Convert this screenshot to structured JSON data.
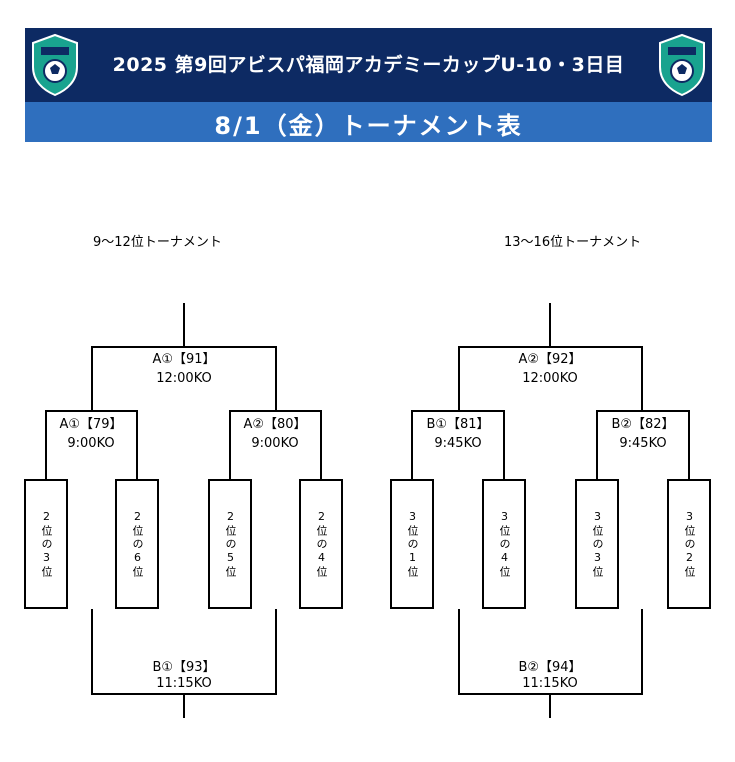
{
  "header": {
    "title": "2025 第9回アビスパ福岡アカデミーカップU-10・3日目",
    "date_line": "8/1（金）トーナメント表"
  },
  "colors": {
    "navy": "#0d2a63",
    "blue": "#2f6fbe",
    "crest_teal": "#19a38f"
  },
  "icons": {
    "crest": "club-crest-icon"
  },
  "brackets": [
    {
      "title": "9～12位トーナメント",
      "top_match": {
        "label": "A①【91】",
        "time": "12:00KO"
      },
      "semis": [
        {
          "label": "A①【79】",
          "time": "9:00KO"
        },
        {
          "label": "A②【80】",
          "time": "9:00KO"
        }
      ],
      "seeds": [
        "2位の3位",
        "2位の6位",
        "2位の5位",
        "2位の4位"
      ],
      "bottom_match": {
        "label": "B①【93】",
        "time": "11:15KO"
      }
    },
    {
      "title": "13～16位トーナメント",
      "top_match": {
        "label": "A②【92】",
        "time": "12:00KO"
      },
      "semis": [
        {
          "label": "B①【81】",
          "time": "9:45KO"
        },
        {
          "label": "B②【82】",
          "time": "9:45KO"
        }
      ],
      "seeds": [
        "3位の1位",
        "3位の4位",
        "3位の3位",
        "3位の2位"
      ],
      "bottom_match": {
        "label": "B②【94】",
        "time": "11:15KO"
      }
    }
  ]
}
